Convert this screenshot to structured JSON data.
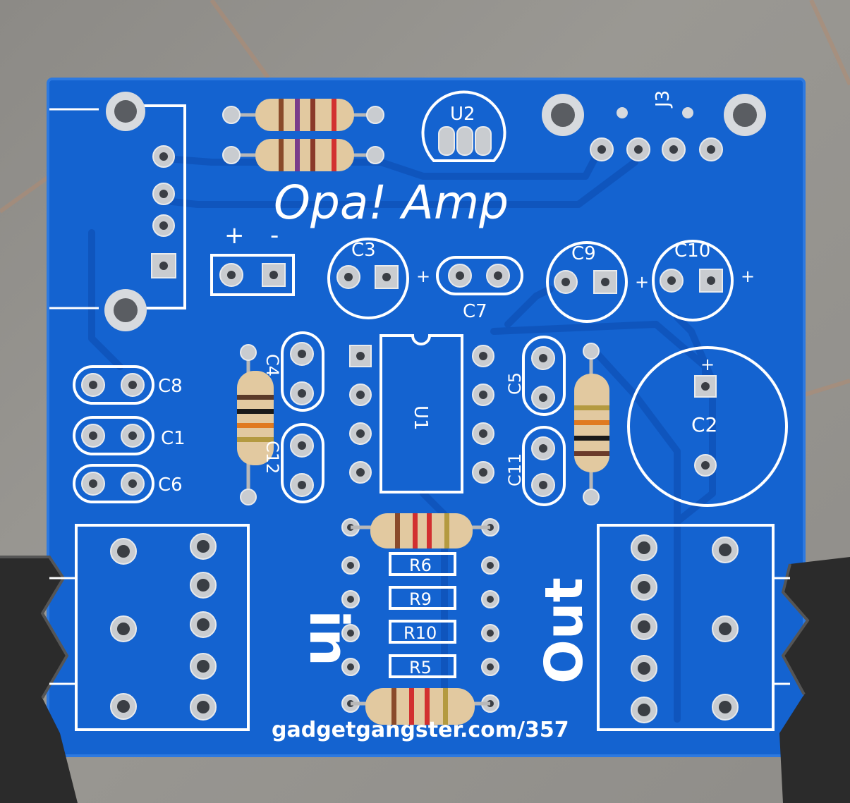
{
  "board": {
    "title": "Opa! Amp",
    "url": "gadgetgangster.com/357",
    "power_plus": "+",
    "power_minus": "-",
    "colors": {
      "pcb": "#1463d0",
      "silkscreen": "#ffffff",
      "pad": "#c9ccd0",
      "background": "#8f8d89"
    }
  },
  "labels": {
    "u2": "U2",
    "u1": "U1",
    "j3": "J3",
    "c1": "C1",
    "c2": "C2",
    "c3": "C3",
    "c4": "C4",
    "c5": "C5",
    "c6": "C6",
    "c7": "C7",
    "c8": "C8",
    "c9": "C9",
    "c10": "C10",
    "c11": "C11",
    "c12": "C12",
    "r6": "R6",
    "r9": "R9",
    "r10": "R10",
    "r5": "R5",
    "in": "in",
    "out": "Out",
    "plus": "+"
  }
}
